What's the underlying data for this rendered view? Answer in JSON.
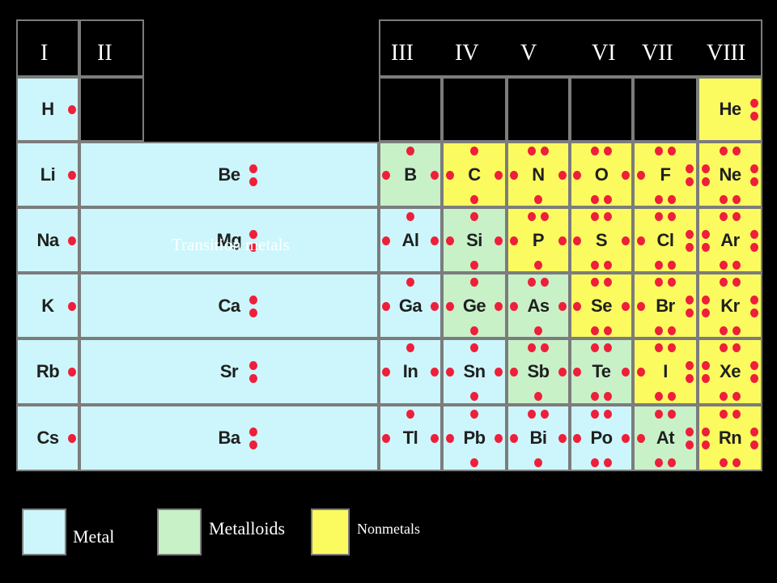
{
  "groups": [
    "I",
    "II",
    "III",
    "IV",
    "V",
    "VI",
    "VII",
    "VIII"
  ],
  "transition_label": "Transition metals",
  "legend": [
    {
      "label": "Metal",
      "category": "metal"
    },
    {
      "label": "Metalloids",
      "category": "metalloid"
    },
    {
      "label": "Nonmetals",
      "category": "nonmetal"
    }
  ],
  "colors": {
    "metal": "#ccf6fb",
    "metalloid": "#c8f1c8",
    "nonmetal": "#fbfb5f",
    "electron": "#ee1f3a",
    "background": "#000000"
  },
  "elements": [
    {
      "symbol": "H",
      "group": 1,
      "period": 1,
      "category": "metal",
      "electrons": 1
    },
    {
      "symbol": "He",
      "group": 8,
      "period": 1,
      "category": "nonmetal",
      "electrons": 2
    },
    {
      "symbol": "Li",
      "group": 1,
      "period": 2,
      "category": "metal",
      "electrons": 1
    },
    {
      "symbol": "Be",
      "group": 2,
      "period": 2,
      "category": "metal",
      "electrons": 2
    },
    {
      "symbol": "B",
      "group": 3,
      "period": 2,
      "category": "metalloid",
      "electrons": 3
    },
    {
      "symbol": "C",
      "group": 4,
      "period": 2,
      "category": "nonmetal",
      "electrons": 4
    },
    {
      "symbol": "N",
      "group": 5,
      "period": 2,
      "category": "nonmetal",
      "electrons": 5
    },
    {
      "symbol": "O",
      "group": 6,
      "period": 2,
      "category": "nonmetal",
      "electrons": 6
    },
    {
      "symbol": "F",
      "group": 7,
      "period": 2,
      "category": "nonmetal",
      "electrons": 7
    },
    {
      "symbol": "Ne",
      "group": 8,
      "period": 2,
      "category": "nonmetal",
      "electrons": 8
    },
    {
      "symbol": "Na",
      "group": 1,
      "period": 3,
      "category": "metal",
      "electrons": 1
    },
    {
      "symbol": "Mg",
      "group": 2,
      "period": 3,
      "category": "metal",
      "electrons": 2
    },
    {
      "symbol": "Al",
      "group": 3,
      "period": 3,
      "category": "metal",
      "electrons": 3
    },
    {
      "symbol": "Si",
      "group": 4,
      "period": 3,
      "category": "metalloid",
      "electrons": 4
    },
    {
      "symbol": "P",
      "group": 5,
      "period": 3,
      "category": "nonmetal",
      "electrons": 5
    },
    {
      "symbol": "S",
      "group": 6,
      "period": 3,
      "category": "nonmetal",
      "electrons": 6
    },
    {
      "symbol": "Cl",
      "group": 7,
      "period": 3,
      "category": "nonmetal",
      "electrons": 7
    },
    {
      "symbol": "Ar",
      "group": 8,
      "period": 3,
      "category": "nonmetal",
      "electrons": 8
    },
    {
      "symbol": "K",
      "group": 1,
      "period": 4,
      "category": "metal",
      "electrons": 1
    },
    {
      "symbol": "Ca",
      "group": 2,
      "period": 4,
      "category": "metal",
      "electrons": 2
    },
    {
      "symbol": "Ga",
      "group": 3,
      "period": 4,
      "category": "metal",
      "electrons": 3
    },
    {
      "symbol": "Ge",
      "group": 4,
      "period": 4,
      "category": "metalloid",
      "electrons": 4
    },
    {
      "symbol": "As",
      "group": 5,
      "period": 4,
      "category": "metalloid",
      "electrons": 5
    },
    {
      "symbol": "Se",
      "group": 6,
      "period": 4,
      "category": "nonmetal",
      "electrons": 6
    },
    {
      "symbol": "Br",
      "group": 7,
      "period": 4,
      "category": "nonmetal",
      "electrons": 7
    },
    {
      "symbol": "Kr",
      "group": 8,
      "period": 4,
      "category": "nonmetal",
      "electrons": 8
    },
    {
      "symbol": "Rb",
      "group": 1,
      "period": 5,
      "category": "metal",
      "electrons": 1
    },
    {
      "symbol": "Sr",
      "group": 2,
      "period": 5,
      "category": "metal",
      "electrons": 2
    },
    {
      "symbol": "In",
      "group": 3,
      "period": 5,
      "category": "metal",
      "electrons": 3
    },
    {
      "symbol": "Sn",
      "group": 4,
      "period": 5,
      "category": "metal",
      "electrons": 4
    },
    {
      "symbol": "Sb",
      "group": 5,
      "period": 5,
      "category": "metalloid",
      "electrons": 5
    },
    {
      "symbol": "Te",
      "group": 6,
      "period": 5,
      "category": "metalloid",
      "electrons": 6
    },
    {
      "symbol": "I",
      "group": 7,
      "period": 5,
      "category": "nonmetal",
      "electrons": 7
    },
    {
      "symbol": "Xe",
      "group": 8,
      "period": 5,
      "category": "nonmetal",
      "electrons": 8
    },
    {
      "symbol": "Cs",
      "group": 1,
      "period": 6,
      "category": "metal",
      "electrons": 1
    },
    {
      "symbol": "Ba",
      "group": 2,
      "period": 6,
      "category": "metal",
      "electrons": 2
    },
    {
      "symbol": "Tl",
      "group": 3,
      "period": 6,
      "category": "metal",
      "electrons": 3
    },
    {
      "symbol": "Pb",
      "group": 4,
      "period": 6,
      "category": "metal",
      "electrons": 4
    },
    {
      "symbol": "Bi",
      "group": 5,
      "period": 6,
      "category": "metal",
      "electrons": 5
    },
    {
      "symbol": "Po",
      "group": 6,
      "period": 6,
      "category": "metal",
      "electrons": 6
    },
    {
      "symbol": "At",
      "group": 7,
      "period": 6,
      "category": "metalloid",
      "electrons": 7
    },
    {
      "symbol": "Rn",
      "group": 8,
      "period": 6,
      "category": "nonmetal",
      "electrons": 8
    }
  ]
}
